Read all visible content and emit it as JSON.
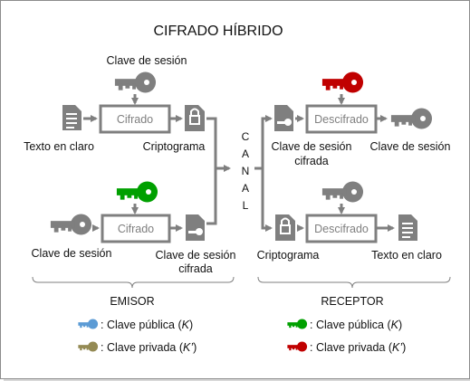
{
  "title": "CIFRADO HÍBRIDO",
  "labels": {
    "session_key_top": "Clave de sesión",
    "plaintext_left": "Texto en claro",
    "ciphertext_top": "Criptograma",
    "cipher_box_top": "Cifrado",
    "cipher_box_bottom": "Cifrado",
    "session_key_bottom_left": "Clave de sesión",
    "encrypted_session_key_line1": "Clave de sesión",
    "encrypted_session_key_line2": "cifrada",
    "channel_letters": [
      "C",
      "A",
      "N",
      "A",
      "L"
    ],
    "recv_encrypted_key_line1": "Clave de sesión",
    "recv_encrypted_key_line2": "cifrada",
    "decipher_box_top": "Descifrado",
    "recv_session_key": "Clave de sesión",
    "recv_ciphertext": "Criptograma",
    "decipher_box_bottom": "Descifrado",
    "plaintext_right": "Texto en claro",
    "emisor": "EMISOR",
    "receptor": "RECEPTOR"
  },
  "legend": {
    "emisor": [
      {
        "text": ": Clave pública (",
        "symbol": "K",
        "close": ")",
        "color": "#5b9bd5"
      },
      {
        "text": ": Clave privada (",
        "symbol": "K’",
        "close": ")",
        "color": "#948a54"
      }
    ],
    "receptor": [
      {
        "text": ": Clave pública (",
        "symbol": "K",
        "close": ")",
        "color": "#00a000"
      },
      {
        "text": ": Clave privada (",
        "symbol": "K’",
        "close": ")",
        "color": "#c00000"
      }
    ]
  },
  "colors": {
    "gray": "#7f7f7f",
    "green_key": "#00a000",
    "red_key": "#c00000",
    "blue_key": "#5b9bd5",
    "olive_key": "#948a54"
  }
}
